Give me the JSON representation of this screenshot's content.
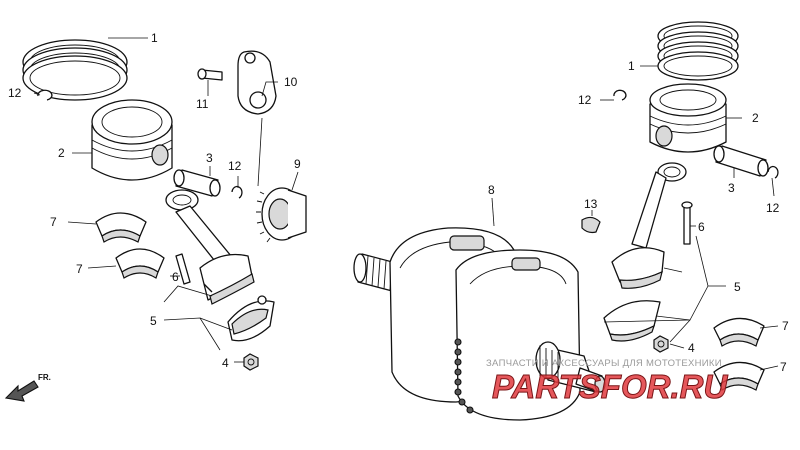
{
  "diagram": {
    "callouts": [
      "1",
      "2",
      "3",
      "4",
      "5",
      "6",
      "7",
      "8",
      "9",
      "10",
      "11",
      "12",
      "13"
    ],
    "front_marker": "FR."
  },
  "watermark": {
    "tagline": "ЗАПЧАСТИ И АКСЕССУАРЫ ДЛЯ МОТОТЕХНИКИ",
    "logo": "PARTSFOR.RU",
    "colors": {
      "logo_fill": "#e03a3e",
      "logo_stroke": "#7a1416",
      "tagline": "#9a9a9a"
    }
  }
}
